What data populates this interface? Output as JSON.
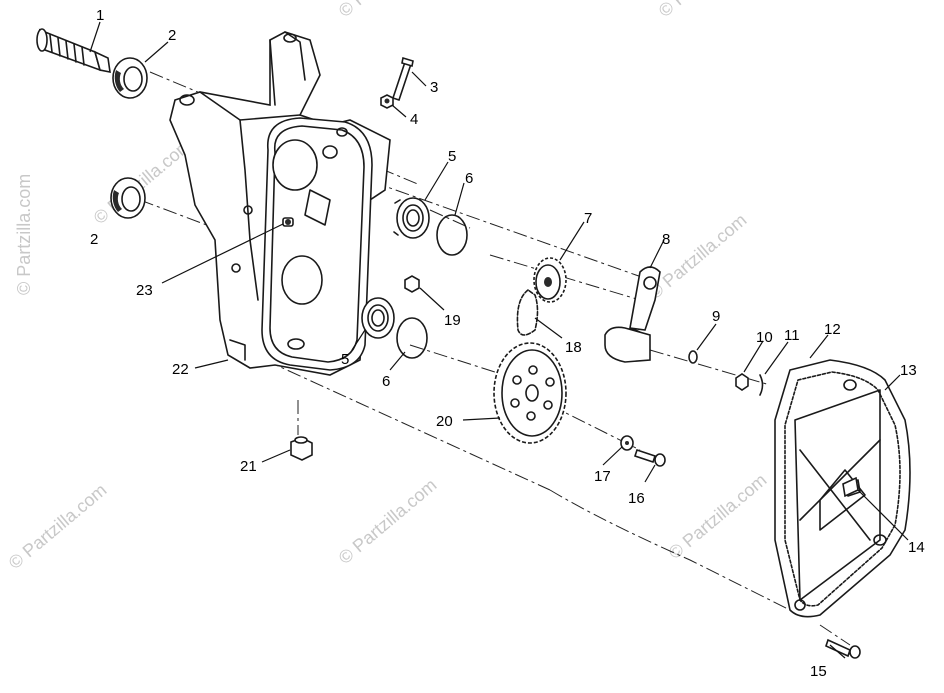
{
  "watermark": {
    "text": "© Partzilla.com",
    "short_text": "© Partzilla"
  },
  "callouts": {
    "c1": "1",
    "c2a": "2",
    "c2b": "2",
    "c3": "3",
    "c4": "4",
    "c5a": "5",
    "c5b": "5",
    "c6a": "6",
    "c6b": "6",
    "c7": "7",
    "c8": "8",
    "c9": "9",
    "c10": "10",
    "c11": "11",
    "c12": "12",
    "c13": "13",
    "c14": "14",
    "c15": "15",
    "c16": "16",
    "c17": "17",
    "c18": "18",
    "c19": "19",
    "c20": "20",
    "c21": "21",
    "c22": "22",
    "c23": "23"
  }
}
